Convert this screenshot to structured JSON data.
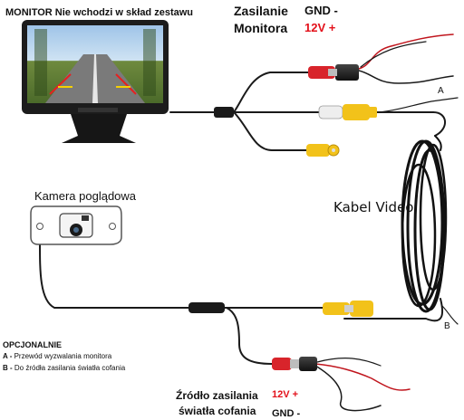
{
  "monitor_label": "MONITOR Nie wchodzi w skład zestawu",
  "monitor_power": {
    "line1": "Zasilanie",
    "line2": "Monitora",
    "gnd": "GND -",
    "v12": "12V +"
  },
  "wire_labels": {
    "a": "A",
    "b": "B"
  },
  "video_cable": "Kabel Video",
  "camera_label": "Kamera poglądowa",
  "options": {
    "title": "OPCJONALNIE",
    "a_key": "A -",
    "a_text": " Przewód wyzwalania monitora",
    "b_key": "B -",
    "b_text": " Do źródła zasilania światła cofania"
  },
  "source_power": {
    "line1": "Źródło zasilania",
    "line2": "światła cofania",
    "v12": "12V +",
    "gnd": "GND -"
  },
  "colors": {
    "wire": "#1a1a1a",
    "red_wire": "#c0151d",
    "rca_yellow": "#f2c21a",
    "rca_red": "#d8242b",
    "rca_white": "#eeeeee",
    "accent_red": "#e3101a"
  }
}
